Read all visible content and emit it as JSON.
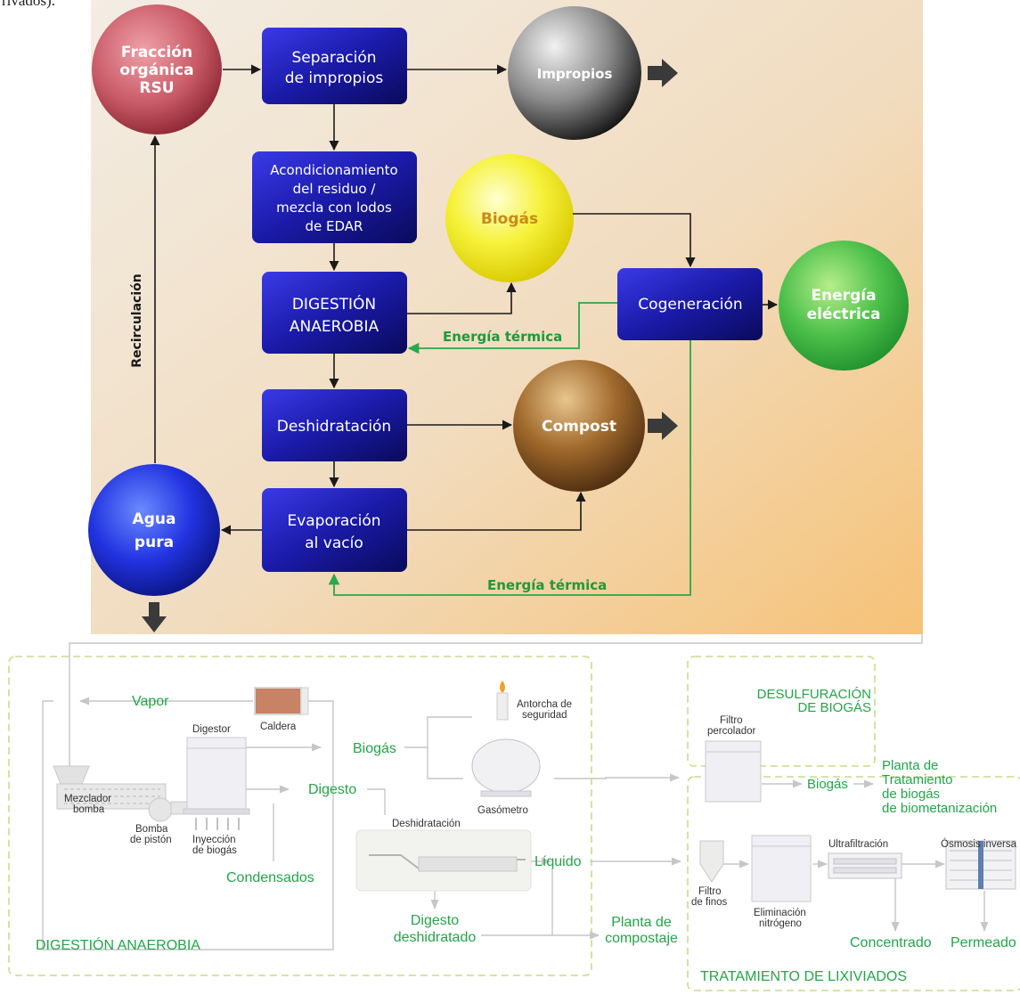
{
  "header_fragment": "rivados).",
  "flow": {
    "fraccion": [
      "Fracción",
      "orgánica",
      "RSU"
    ],
    "separacion": [
      "Separación",
      "de impropios"
    ],
    "impropios": "Impropios",
    "acondicionamiento": [
      "Acondicionamiento",
      "del residuo /",
      "mezcla con lodos",
      "de EDAR"
    ],
    "biogas": "Biogás",
    "digestion": [
      "DIGESTIÓN",
      "ANAEROBIA"
    ],
    "cogeneracion": "Cogeneración",
    "energia_electrica": [
      "Energía",
      "eléctrica"
    ],
    "energia_termica_1": "Energía térmica",
    "deshidratacion": "Deshidratación",
    "compost": "Compost",
    "evaporacion": [
      "Evaporación",
      "al vacío"
    ],
    "agua": [
      "Agua",
      "pura"
    ],
    "energia_termica_2": "Energía térmica",
    "recirculacion": "Recirculación"
  },
  "plant": {
    "vapor": "Vapor",
    "caldera": "Caldera",
    "digestor": "Digestor",
    "biogas": "Biogás",
    "antorcha": [
      "Antorcha de",
      "seguridad"
    ],
    "mezclador": [
      "Mezclador",
      "bomba"
    ],
    "bomba_piston": [
      "Bomba",
      "de pistón"
    ],
    "digesto": "Digesto",
    "gasometro": "Gasómetro",
    "inyeccion": [
      "Inyección",
      "de biogás"
    ],
    "deshidratacion": "Deshidratación",
    "condensados": "Condensados",
    "liquido": "Líquido",
    "digesto_deshidratado": [
      "Digesto",
      "deshidratado"
    ],
    "planta_compostaje": [
      "Planta de",
      "compostaje"
    ],
    "digestion_anaerobia": "DIGESTIÓN ANAEROBIA",
    "desulfuracion": [
      "DESULFURACIÓN",
      "DE BIOGÁS"
    ],
    "filtro_percolador": [
      "Filtro",
      "percolador"
    ],
    "biogas2": "Biogás",
    "planta_tratamiento": [
      "Planta de",
      "Tratamiento",
      "de biogás",
      "de biometanización"
    ],
    "ultrafiltracion": "Ultrafiltración",
    "osmosis": "Ósmosis inversa",
    "filtro_finos": [
      "Filtro",
      "de finos"
    ],
    "eliminacion": [
      "Eliminación",
      "nitrógeno"
    ],
    "concentrado": "Concentrado",
    "permeado": "Permeado",
    "lixiviados": "TRATAMIENTO DE LIXIVIADOS"
  }
}
